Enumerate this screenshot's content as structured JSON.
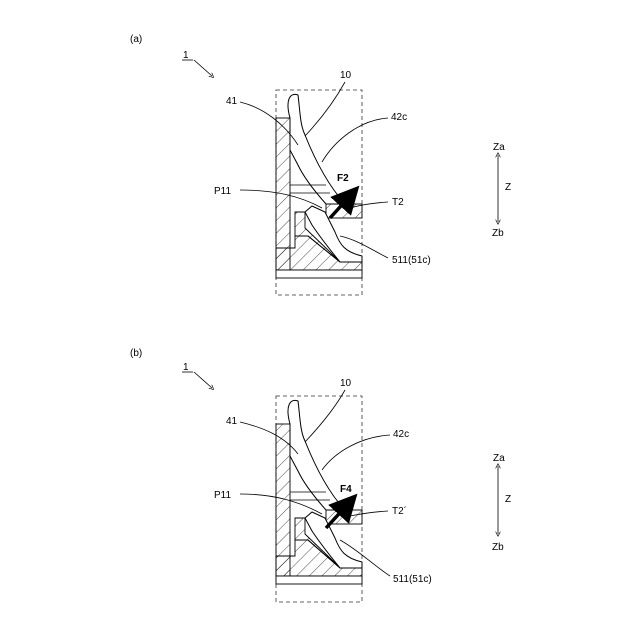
{
  "panels": [
    {
      "id": "a",
      "panel_label": "(a)",
      "ref_1": "1",
      "ref_10": "10",
      "ref_41": "41",
      "ref_42c": "42c",
      "ref_p11": "P11",
      "force": "F2",
      "ref_t": "T2",
      "ref_511": "511(51c)",
      "axis": {
        "top": "Za",
        "mid": "Z",
        "bottom": "Zb"
      }
    },
    {
      "id": "b",
      "panel_label": "(b)",
      "ref_1": "1",
      "ref_10": "10",
      "ref_41": "41",
      "ref_42c": "42c",
      "ref_p11": "P11",
      "force": "F4",
      "ref_t": "T2´",
      "ref_511": "511(51c)",
      "axis": {
        "top": "Za",
        "mid": "Z",
        "bottom": "Zb"
      }
    }
  ]
}
